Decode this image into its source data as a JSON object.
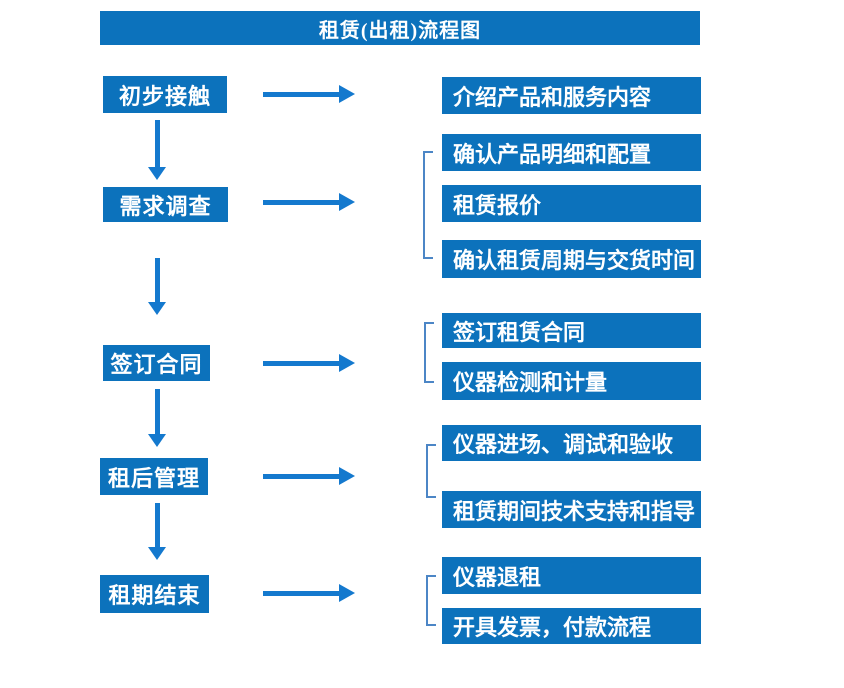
{
  "title": "租赁(出租)流程图",
  "colors": {
    "box_blue": "#0c72bc",
    "arrow_blue": "#1479ce",
    "bracket_blue": "#4c86c6",
    "text_white": "#ffffff",
    "background": "#ffffff"
  },
  "steps": [
    {
      "label": "初步接触",
      "details": [
        "介绍产品和服务内容"
      ]
    },
    {
      "label": "需求调查",
      "details": [
        "确认产品明细和配置",
        "租赁报价",
        "确认租赁周期与交货时间"
      ]
    },
    {
      "label": "签订合同",
      "details": [
        "签订租赁合同",
        "仪器检测和计量"
      ]
    },
    {
      "label": "租后管理",
      "details": [
        "仪器进场、调试和验收",
        "租赁期间技术支持和指导"
      ]
    },
    {
      "label": "租期结束",
      "details": [
        "仪器退租",
        "开具发票，付款流程"
      ]
    }
  ]
}
